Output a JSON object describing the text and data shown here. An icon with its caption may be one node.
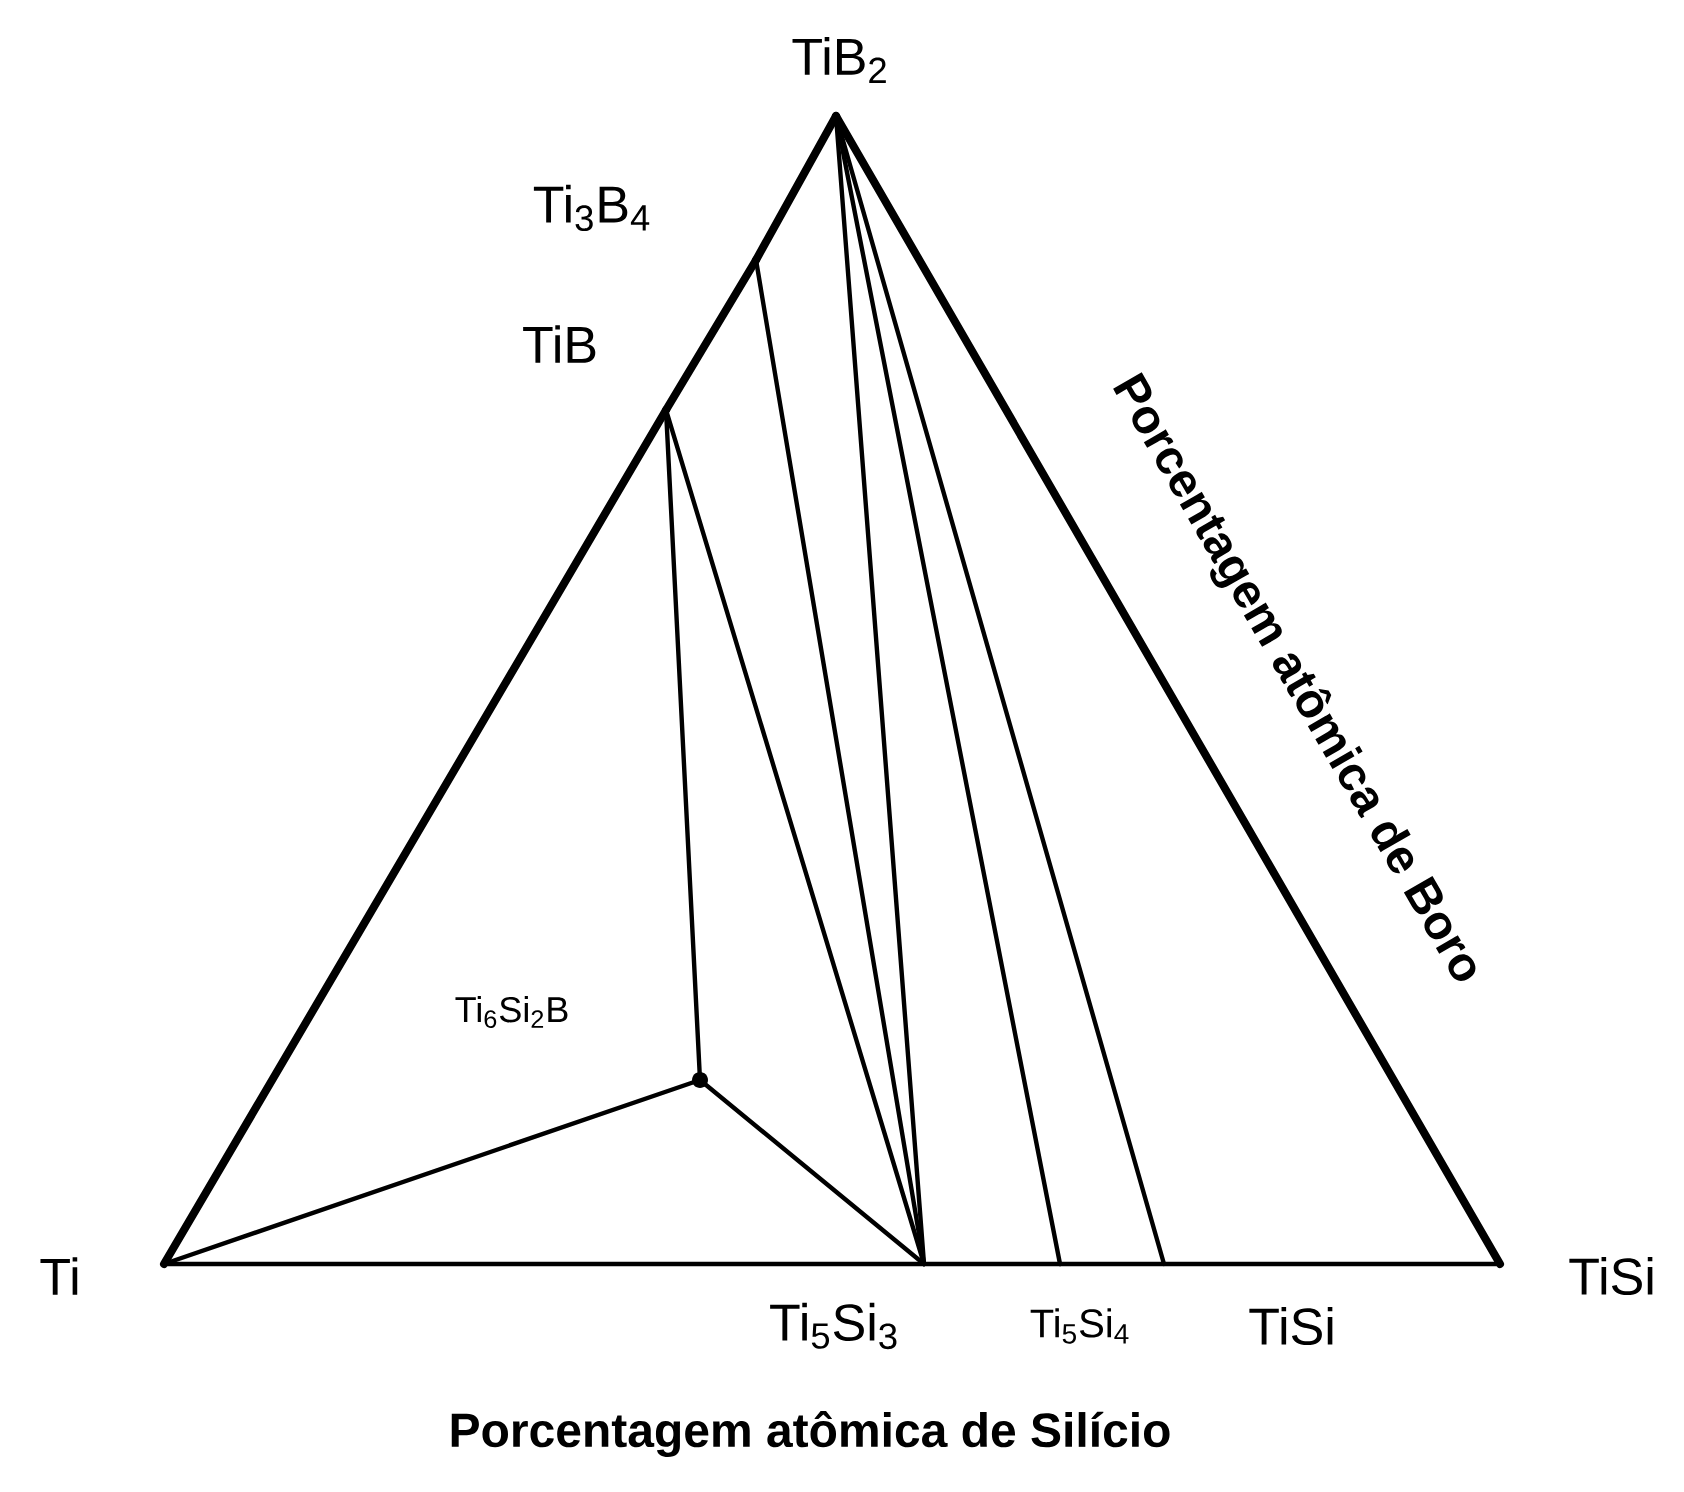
{
  "diagram": {
    "nodes": [
      {
        "text": [
          "TiB$_{2}$"
        ]
      },
      {
        "text": [
          "Ti$_{3}$B$_{4}$"
        ]
      },
      {
        "text": [
          "TiB"
        ]
      },
      {
        "text": [
          "Ti"
        ]
      },
      {
        "text": [
          "Ti$_{6}$Si$_{2}$B"
        ]
      },
      {
        "text": [
          "Ti$_{5}$Si$_{3}$"
        ]
      },
      {
        "text": [
          "Ti$_{5}$Si$_{4}$"
        ]
      },
      {
        "text": [
          "TiSi"
        ]
      }
    ],
    "edges": [
      {
        "from": 3,
        "to": 2,
        "arrow": "none",
        "style": "thick"
      },
      {
        "from": 2,
        "to": 1,
        "arrow": "none",
        "style": "thick"
      },
      {
        "from": 1,
        "to": 0,
        "arrow": "none",
        "style": "thick"
      },
      {
        "from": 0,
        "to": 7,
        "arrow": "none",
        "style": "thick"
      },
      {
        "from": 3,
        "to": 5,
        "arrow": "none"
      },
      {
        "from": 5,
        "to": 6,
        "arrow": "none"
      },
      {
        "from": 6,
        "to": 7,
        "arrow": "none"
      },
      {
        "from": 2,
        "to": 4,
        "arrow": "none"
      },
      {
        "from": 2,
        "to": 5,
        "arrow": "none"
      },
      {
        "from": 1,
        "to": 5,
        "arrow": "none"
      },
      {
        "from": 0,
        "to": 5,
        "arrow": "none"
      },
      {
        "from": 0,
        "to": 6,
        "arrow": "none"
      },
      {
        "from": 0,
        "to": null,
        "arrow": "none"
      },
      {
        "from": 3,
        "to": 4,
        "arrow": "none"
      },
      {
        "from": 4,
        "to": 5,
        "arrow": "none"
      }
    ],
    "labels": [
      "Porcentagem atômica de Boro",
      "TiSi",
      "Porcentagem atômica de Silício"
    ]
  }
}
